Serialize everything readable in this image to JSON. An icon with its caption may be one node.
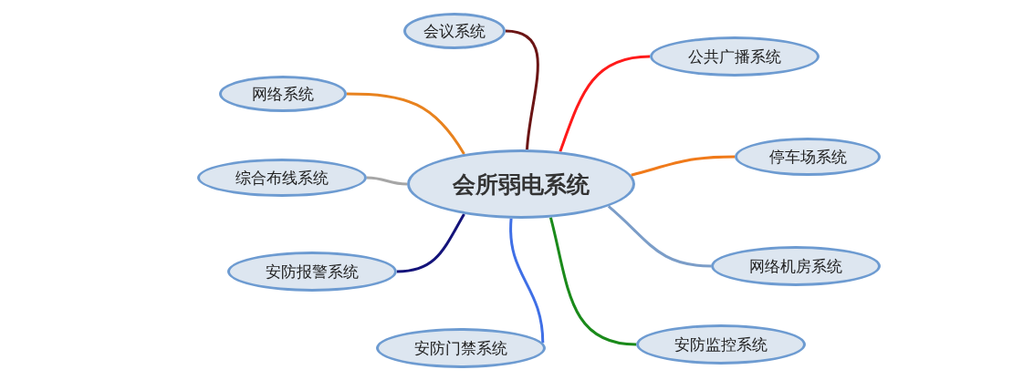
{
  "diagram": {
    "nodes": [
      {
        "text": [
          "会所弱电系统"
        ]
      },
      {
        "text": [
          "会议系统"
        ]
      },
      {
        "text": [
          "公共广播系统"
        ]
      },
      {
        "text": [
          "网络系统"
        ]
      },
      {
        "text": [
          "停车场系统"
        ]
      },
      {
        "text": [
          "综合布线系统"
        ]
      },
      {
        "text": [
          "网络机房系统"
        ]
      },
      {
        "text": [
          "安防报警系统"
        ]
      },
      {
        "text": [
          "安防门禁系统"
        ]
      },
      {
        "text": [
          "安防监控系统"
        ]
      }
    ],
    "edges": [
      {
        "from": 0,
        "to": 1,
        "arrow": "none",
        "color": "#6b1414"
      },
      {
        "from": 0,
        "to": 2,
        "arrow": "none",
        "color": "#ff1a1a"
      },
      {
        "from": 0,
        "to": 3,
        "arrow": "none",
        "color": "#e8821e"
      },
      {
        "from": 0,
        "to": 4,
        "arrow": "none",
        "color": "#f07a1a"
      },
      {
        "from": 0,
        "to": 5,
        "arrow": "none",
        "color": "#a6a6a6"
      },
      {
        "from": 0,
        "to": 6,
        "arrow": "none",
        "color": "#7b9dc8"
      },
      {
        "from": 0,
        "to": 7,
        "arrow": "none",
        "color": "#14137a"
      },
      {
        "from": 0,
        "to": 8,
        "arrow": "none",
        "color": "#3f6fe6"
      },
      {
        "from": 0,
        "to": 9,
        "arrow": "none",
        "color": "#1a8a1a"
      }
    ]
  }
}
